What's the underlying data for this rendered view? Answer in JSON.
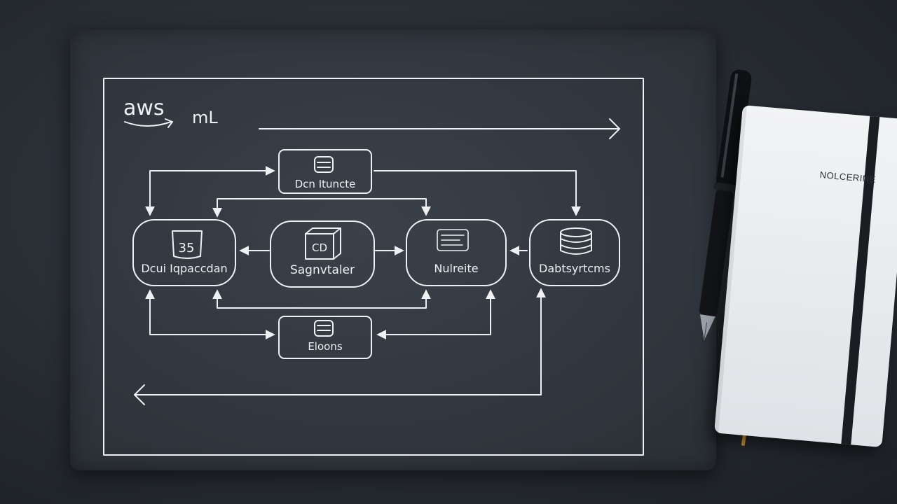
{
  "brand": {
    "logo": "aws",
    "suffix": "mL"
  },
  "nodes": {
    "top": "Dcn Ituncte",
    "s3": {
      "icon_text": "35",
      "label": "Dcui Iqpaccdan"
    },
    "sagemaker": {
      "icon_text": "CD",
      "label": "Sagnvtaler"
    },
    "notebook_node": {
      "label": "Nulreite"
    },
    "database": {
      "label": "Dabtsyrtcms"
    },
    "bottom": "Eloons"
  },
  "notebook": {
    "title": "NOLCERINE"
  },
  "colors": {
    "chalk": "#eef0f2",
    "slate": "#30363d",
    "background": "#262b31",
    "ribbon": "#c8902c"
  }
}
